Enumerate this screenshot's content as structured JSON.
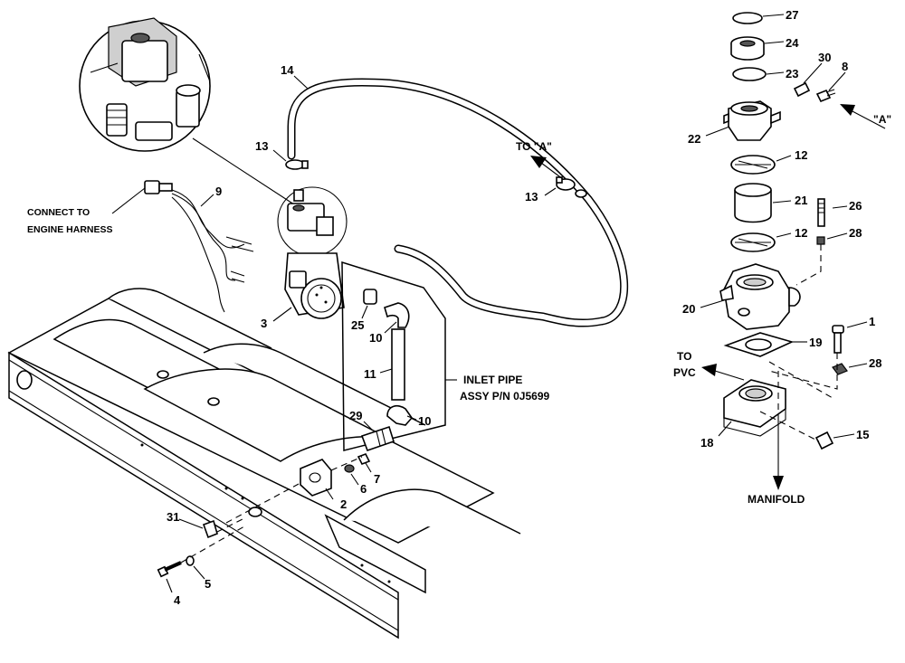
{
  "labels": {
    "connect_line1": "CONNECT TO",
    "connect_line2": "ENGINE HARNESS",
    "inlet_line1": "INLET PIPE",
    "inlet_line2": "ASSY P/N 0J5699",
    "to_a": "TO \"A\"",
    "a_ref": "\"A\"",
    "to_pvc_line1": "TO",
    "to_pvc_line2": "PVC",
    "manifold": "MANIFOLD"
  },
  "callouts": {
    "c1": "1",
    "c2": "2",
    "c3": "3",
    "c4": "4",
    "c5": "5",
    "c6": "6",
    "c7": "7",
    "c8": "8",
    "c9": "9",
    "c10a": "10",
    "c10b": "10",
    "c11": "11",
    "c12a": "12",
    "c12b": "12",
    "c13a": "13",
    "c13b": "13",
    "c14": "14",
    "c15": "15",
    "c18": "18",
    "c19": "19",
    "c20": "20",
    "c21": "21",
    "c22": "22",
    "c23": "23",
    "c24": "24",
    "c25": "25",
    "c26": "26",
    "c27": "27",
    "c28a": "28",
    "c28b": "28",
    "c29": "29",
    "c30": "30",
    "c31": "31"
  }
}
